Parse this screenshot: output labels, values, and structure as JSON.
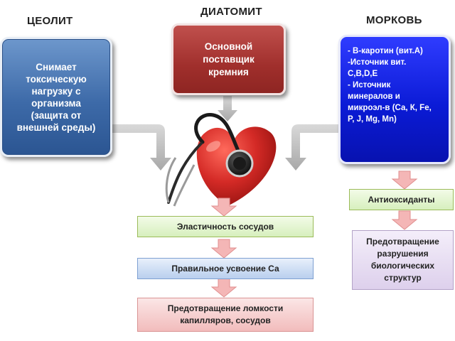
{
  "headers": {
    "left": "ЦЕОЛИТ",
    "center": "ДИАТОМИТ",
    "right": "МОРКОВЬ"
  },
  "boxes": {
    "zeolite": [
      "Снимает",
      "токсическую",
      "нагрузку с",
      "организма",
      "(защита от",
      "внешней среды)"
    ],
    "diatomite": [
      "Основной",
      "поставщик",
      "кремния"
    ],
    "carrot": [
      "- В-каротин  (вит.А)",
      "-Источник вит.",
      "С,В,D,E",
      "- Источник",
      "минералов и",
      "микроэл-в (Са, К, Fe,",
      "P, J, Mg, Mn)"
    ]
  },
  "flow": {
    "elasticity": "Эластичность сосудов",
    "calcium": "Правильное усвоение Са",
    "capillaries": [
      "Предотвращение ломкости",
      "капилляров, сосудов"
    ],
    "antioxidants": "Антиоксиданты",
    "prevention": [
      "Предотвращение",
      "разрушения",
      "биологических",
      "структур"
    ]
  },
  "colors": {
    "blue_box": "#3d6aa8",
    "red_box": "#a02f2c",
    "navy_box": "#0b1bd6",
    "pink_arrow": "#f4b6b6",
    "grey_arrow": "#bdbdbd",
    "heart": "#d42a26"
  },
  "icons": [
    "stethoscope-icon",
    "heart-icon"
  ]
}
